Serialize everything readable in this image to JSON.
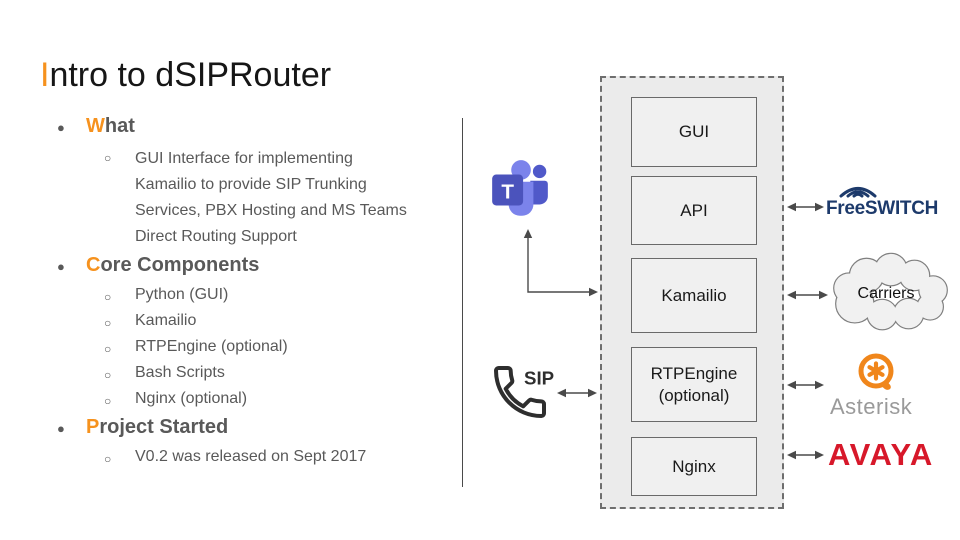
{
  "title": {
    "accent": "I",
    "rest": "ntro to dSIPRouter"
  },
  "bullets": {
    "what": {
      "accent": "W",
      "rest": "hat",
      "lines": [
        "GUI Interface for implementing",
        "Kamailio to provide SIP Trunking",
        "Services, PBX Hosting and MS Teams",
        "Direct Routing Support"
      ]
    },
    "core": {
      "accent": "C",
      "rest": "ore Components",
      "items": [
        "Python (GUI)",
        "Kamailio",
        "RTPEngine (optional)",
        "Bash Scripts",
        "Nginx (optional)"
      ]
    },
    "started": {
      "accent": "P",
      "rest": "roject Started",
      "items": [
        "V0.2 was released on Sept 2017"
      ]
    }
  },
  "diagram": {
    "stack": [
      "GUI",
      "API",
      "Kamailio",
      "RTPEngine (optional)",
      "Nginx"
    ],
    "teams_initial": "T",
    "sip_label": "SIP",
    "right": {
      "freeswitch": "FreeSWITCH",
      "carriers": "Carriers",
      "asterisk": "Asterisk",
      "avaya": "AVAYA"
    }
  },
  "colors": {
    "accent_orange": "#F6921E",
    "body_gray": "#595959",
    "freeswitch_navy": "#1D3A6B",
    "asterisk_orange": "#F0861B",
    "asterisk_gray": "#9A9A9A",
    "avaya_red": "#D7182A",
    "teams_square": "#4B53BC",
    "teams_person": "#7B83EB",
    "teams_person_dark": "#5059C9"
  }
}
